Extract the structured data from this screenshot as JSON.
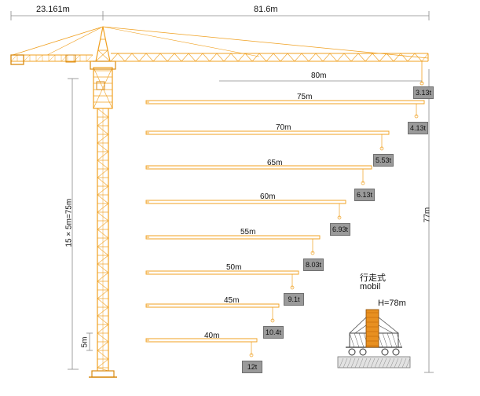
{
  "dimensions": {
    "counter_jib": "23.161m",
    "main_jib": "81.6m",
    "height_total": "77m",
    "mast_sections": "15 × 5m=75m",
    "section": "5m"
  },
  "configurations": [
    {
      "length": "80m",
      "load": "3.13t"
    },
    {
      "length": "75m",
      "load": "4.13t"
    },
    {
      "length": "70m",
      "load": "5.53t"
    },
    {
      "length": "65m",
      "load": "6.13t"
    },
    {
      "length": "60m",
      "load": "6.93t"
    },
    {
      "length": "55m",
      "load": "8.03t"
    },
    {
      "length": "50m",
      "load": "9.1t"
    },
    {
      "length": "45m",
      "load": "10.4t"
    },
    {
      "length": "40m",
      "load": "12t"
    }
  ],
  "mobile_base": {
    "title_cn": "行走式",
    "title_en": "mobil",
    "height": "H=78m"
  },
  "colors": {
    "crane": "#f0a020",
    "crane_dark": "#d98a10",
    "dim": "#8a8a8a",
    "load_fill": "#9a9a9a",
    "mobile_body": "#e89020"
  }
}
